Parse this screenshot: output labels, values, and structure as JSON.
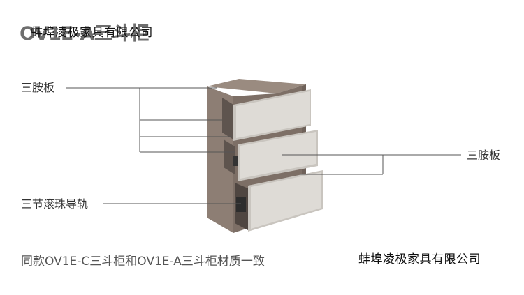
{
  "header": {
    "product_title": "OV1E-A三斗柜",
    "watermark": "蚌埠凌极家具有限公司"
  },
  "annotations": {
    "left_top": "三胺板",
    "left_bottom": "三节滚珠导轨",
    "right": "三胺板"
  },
  "footer": {
    "caption": "同款OV1E-C三斗柜和OV1E-A三斗柜材质一致",
    "watermark": "蚌埠凌极家具有限公司"
  },
  "colors": {
    "cabinet_wood": "#8d7e74",
    "drawer_front": "#dedbd6",
    "leader_line": "#555555"
  }
}
